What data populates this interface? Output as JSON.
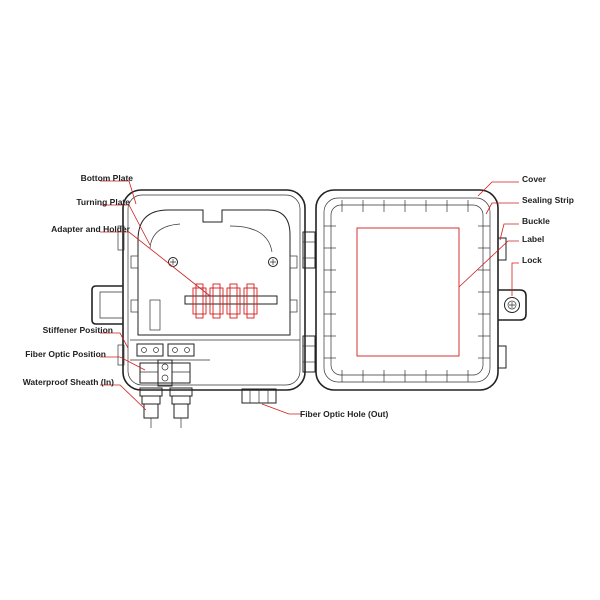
{
  "labels": {
    "bottom_plate": "Bottom Plate",
    "turning_plate": "Turning Plate",
    "adapter_and_holder": "Adapter and Holder",
    "stiffener_position": "Stiffener Position",
    "fiber_optic_position": "Fiber Optic Position",
    "waterproof_sheath_in": "Waterproof Sheath (In)",
    "fiber_optic_hole_out": "Fiber Optic Hole (Out)",
    "cover": "Cover",
    "sealing_strip": "Sealing Strip",
    "buckle": "Buckle",
    "label": "Label",
    "lock": "Lock"
  },
  "colors": {
    "leader": "#d01c1c",
    "ink": "#222222"
  }
}
